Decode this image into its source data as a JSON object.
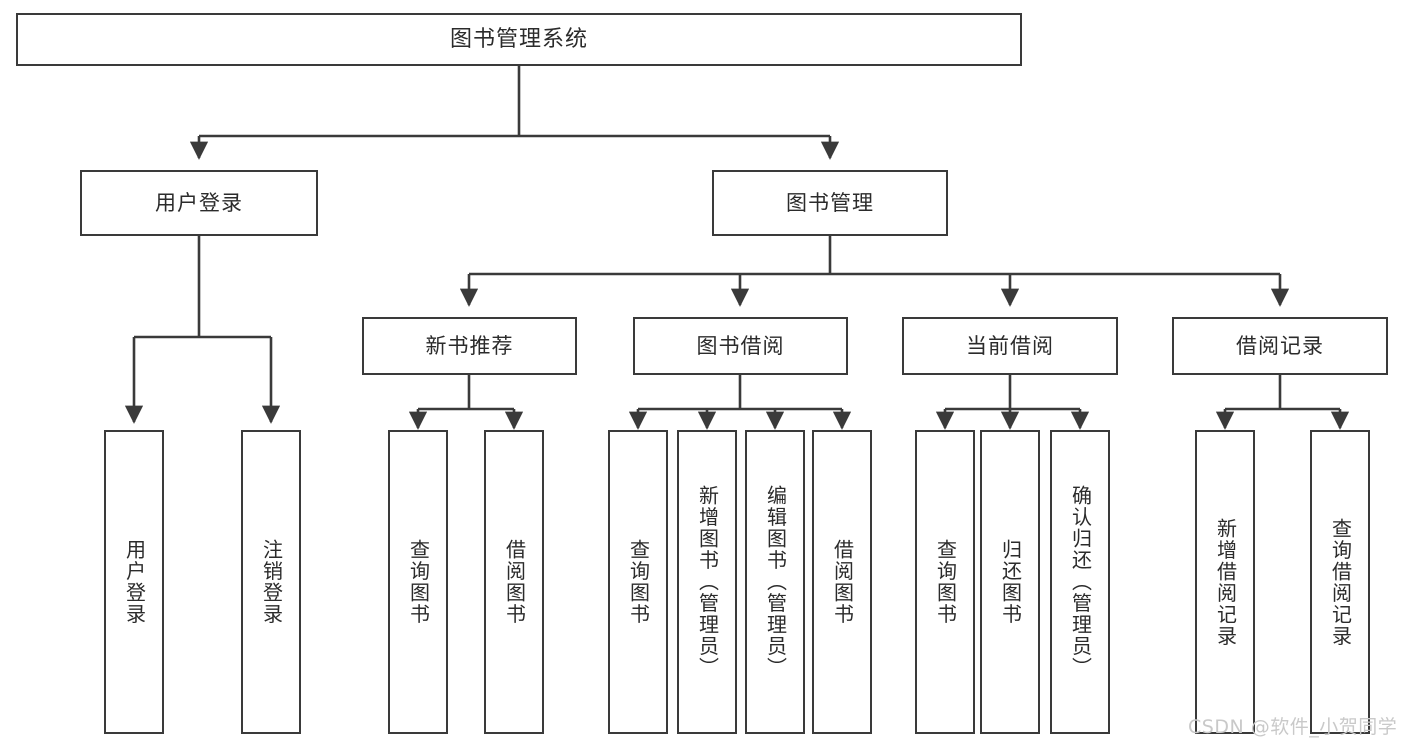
{
  "diagram": {
    "type": "tree",
    "title": "图书管理系统",
    "watermark": "CSDN @软件_小贺同学",
    "colors": {
      "stroke": "#3a3a3a",
      "text": "#2b2b2b",
      "background": "#ffffff",
      "watermark": "#c9c9c9"
    },
    "nodes": {
      "root": {
        "label": "图书管理系统"
      },
      "level1": [
        {
          "label": "用户登录"
        },
        {
          "label": "图书管理"
        }
      ],
      "level2": [
        {
          "label": "新书推荐"
        },
        {
          "label": "图书借阅"
        },
        {
          "label": "当前借阅"
        },
        {
          "label": "借阅记录"
        }
      ],
      "leaves_user_login": [
        {
          "label": "用户登录"
        },
        {
          "label": "注销登录"
        }
      ],
      "leaves_new_book": [
        {
          "label": "查询图书"
        },
        {
          "label": "借阅图书"
        }
      ],
      "leaves_borrow": [
        {
          "label": "查询图书"
        },
        {
          "label": "新增图书（管理员）"
        },
        {
          "label": "编辑图书（管理员）"
        },
        {
          "label": "借阅图书"
        }
      ],
      "leaves_current": [
        {
          "label": "查询图书"
        },
        {
          "label": "归还图书"
        },
        {
          "label": "确认归还（管理员）"
        }
      ],
      "leaves_records": [
        {
          "label": "新增借阅记录"
        },
        {
          "label": "查询借阅记录"
        }
      ]
    }
  }
}
